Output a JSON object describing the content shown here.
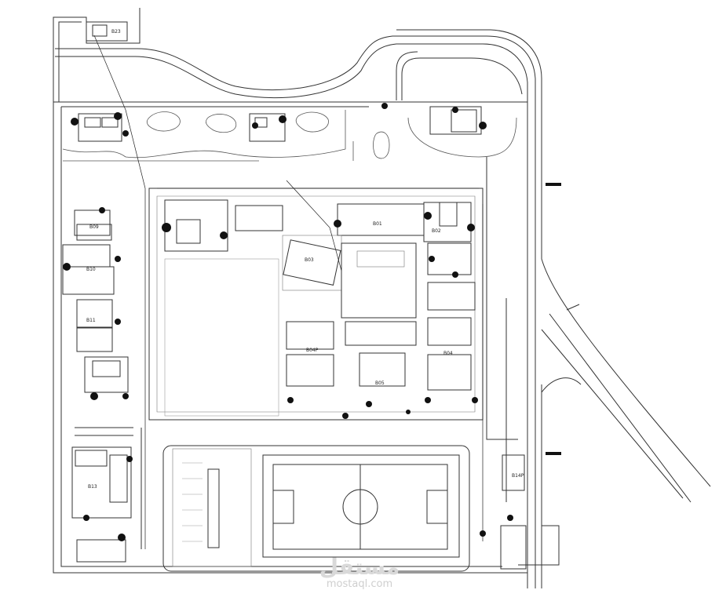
{
  "buildings": [
    {
      "id": "b23",
      "label": "B23"
    },
    {
      "id": "b09",
      "label": "B09"
    },
    {
      "id": "b10",
      "label": "B10"
    },
    {
      "id": "b11",
      "label": "B11"
    },
    {
      "id": "b13",
      "label": "B13"
    },
    {
      "id": "b01",
      "label": "B01"
    },
    {
      "id": "b02",
      "label": "B02"
    },
    {
      "id": "b03",
      "label": "B03"
    },
    {
      "id": "b04",
      "label": "B04"
    },
    {
      "id": "b04p",
      "label": "B04P"
    },
    {
      "id": "b05",
      "label": "B05"
    },
    {
      "id": "b14p",
      "label": "B14P"
    }
  ],
  "watermark": {
    "arabic": "مستقل",
    "site": "mostaql.com"
  }
}
